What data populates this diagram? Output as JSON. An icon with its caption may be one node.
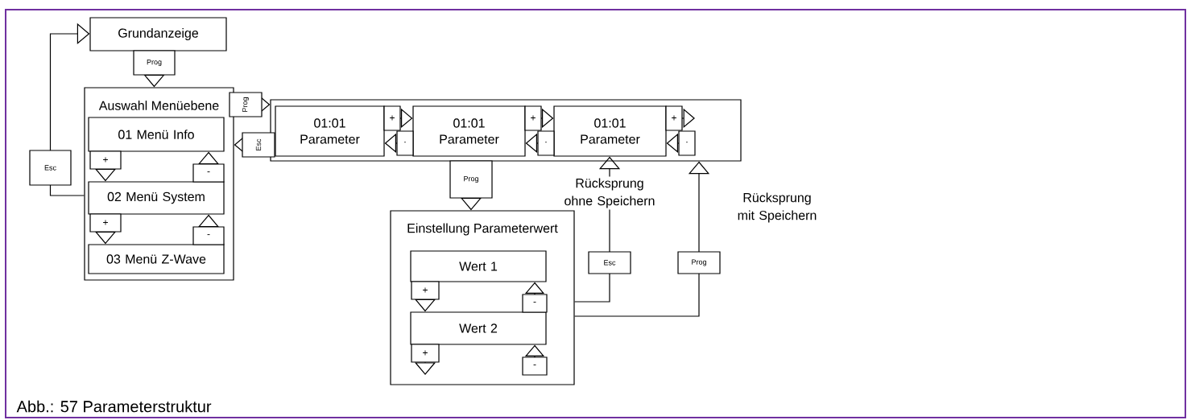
{
  "diagram": {
    "caption": "Abb.: 57 Parameterstruktur",
    "nodes": [
      {
        "text": [
          "Grundanzeige"
        ]
      },
      {
        "text": [
          "Auswahl Menüebene"
        ]
      },
      {
        "text": [
          "01 Menü Info"
        ],
        "in": 1
      },
      {
        "text": [
          "02 Menü System"
        ],
        "in": 1
      },
      {
        "text": [
          "03 Menü Z-Wave"
        ],
        "in": 1
      },
      {
        "text": [],
        "shape": "box"
      },
      {
        "text": [
          "01:01 Parameter"
        ],
        "in": 5
      },
      {
        "text": [
          "01:01 Parameter"
        ],
        "in": 5
      },
      {
        "text": [
          "01:01 Parameter"
        ],
        "in": 5
      },
      {
        "text": [
          "Einstellung Parameterwert"
        ]
      },
      {
        "text": [
          "Wert 1"
        ],
        "in": 9
      },
      {
        "text": [
          "Wert 2"
        ],
        "in": 9
      }
    ],
    "edges": [
      {
        "from": 0,
        "to": 1,
        "arrow": "to",
        "label": "Prog"
      },
      {
        "from": 1,
        "to": 0,
        "arrow": "to",
        "label": "Esc"
      },
      {
        "from": 2,
        "to": 3,
        "arrow": "to",
        "label": "+"
      },
      {
        "from": 3,
        "to": 2,
        "arrow": "to",
        "label": "-"
      },
      {
        "from": 3,
        "to": 4,
        "arrow": "to",
        "label": "+"
      },
      {
        "from": 4,
        "to": 3,
        "arrow": "to",
        "label": "-"
      },
      {
        "from": 1,
        "to": 5,
        "arrow": "to",
        "label": "Prog"
      },
      {
        "from": 5,
        "to": 1,
        "arrow": "to",
        "label": "Esc"
      },
      {
        "from": 6,
        "to": 7,
        "arrow": "to",
        "label": "+"
      },
      {
        "from": 7,
        "to": 6,
        "arrow": "to",
        "label": "·"
      },
      {
        "from": 7,
        "to": 8,
        "arrow": "to",
        "label": "+"
      },
      {
        "from": 8,
        "to": 7,
        "arrow": "to",
        "label": "·"
      },
      {
        "from": 8,
        "to": null,
        "arrow": "to",
        "label": "+"
      },
      {
        "from": null,
        "to": 8,
        "arrow": "to",
        "label": "·"
      },
      {
        "from": 5,
        "to": 9,
        "arrow": "to",
        "label": "Prog"
      },
      {
        "from": 9,
        "to": 8,
        "arrow": "to",
        "label": "Esc"
      },
      {
        "from": 9,
        "to": 5,
        "arrow": "to",
        "label": "Prog"
      },
      {
        "from": 10,
        "to": 11,
        "arrow": "to",
        "label": "+"
      },
      {
        "from": 11,
        "to": 10,
        "arrow": "to",
        "label": "-"
      },
      {
        "from": 11,
        "to": null,
        "arrow": "to",
        "label": "+"
      },
      {
        "from": null,
        "to": 11,
        "arrow": "to",
        "label": "-"
      }
    ],
    "labels": [
      "Rücksprung ohne Speichern",
      "Rücksprung mit Speichern"
    ]
  }
}
